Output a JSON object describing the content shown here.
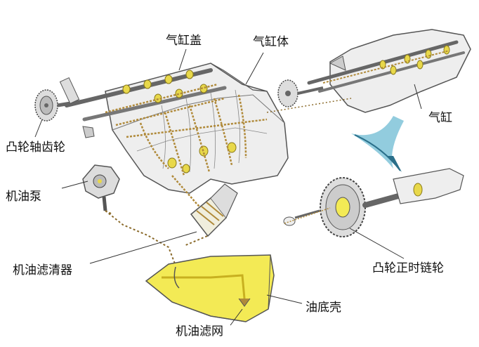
{
  "labels": {
    "cylinder_head": "气缸盖",
    "cylinder_block": "气缸体",
    "cylinder": "气缸",
    "camshaft_gear": "凸轮轴齿轮",
    "oil_pump": "机油泵",
    "oil_filter": "机油滤清器",
    "oil_pan": "油底壳",
    "oil_strainer": "机油滤网",
    "cam_timing_sprocket": "凸轮正时链轮"
  },
  "colors": {
    "engine_fill": "#eeeeee",
    "engine_line": "#555555",
    "oil_path": "#b08a3a",
    "oil_dots": "#8a6a2a",
    "oil_yellow": "#f3ea55",
    "leader": "#333333",
    "arrow_blue": "#7fc3d8",
    "arrow_dark": "#2a6f8a"
  }
}
